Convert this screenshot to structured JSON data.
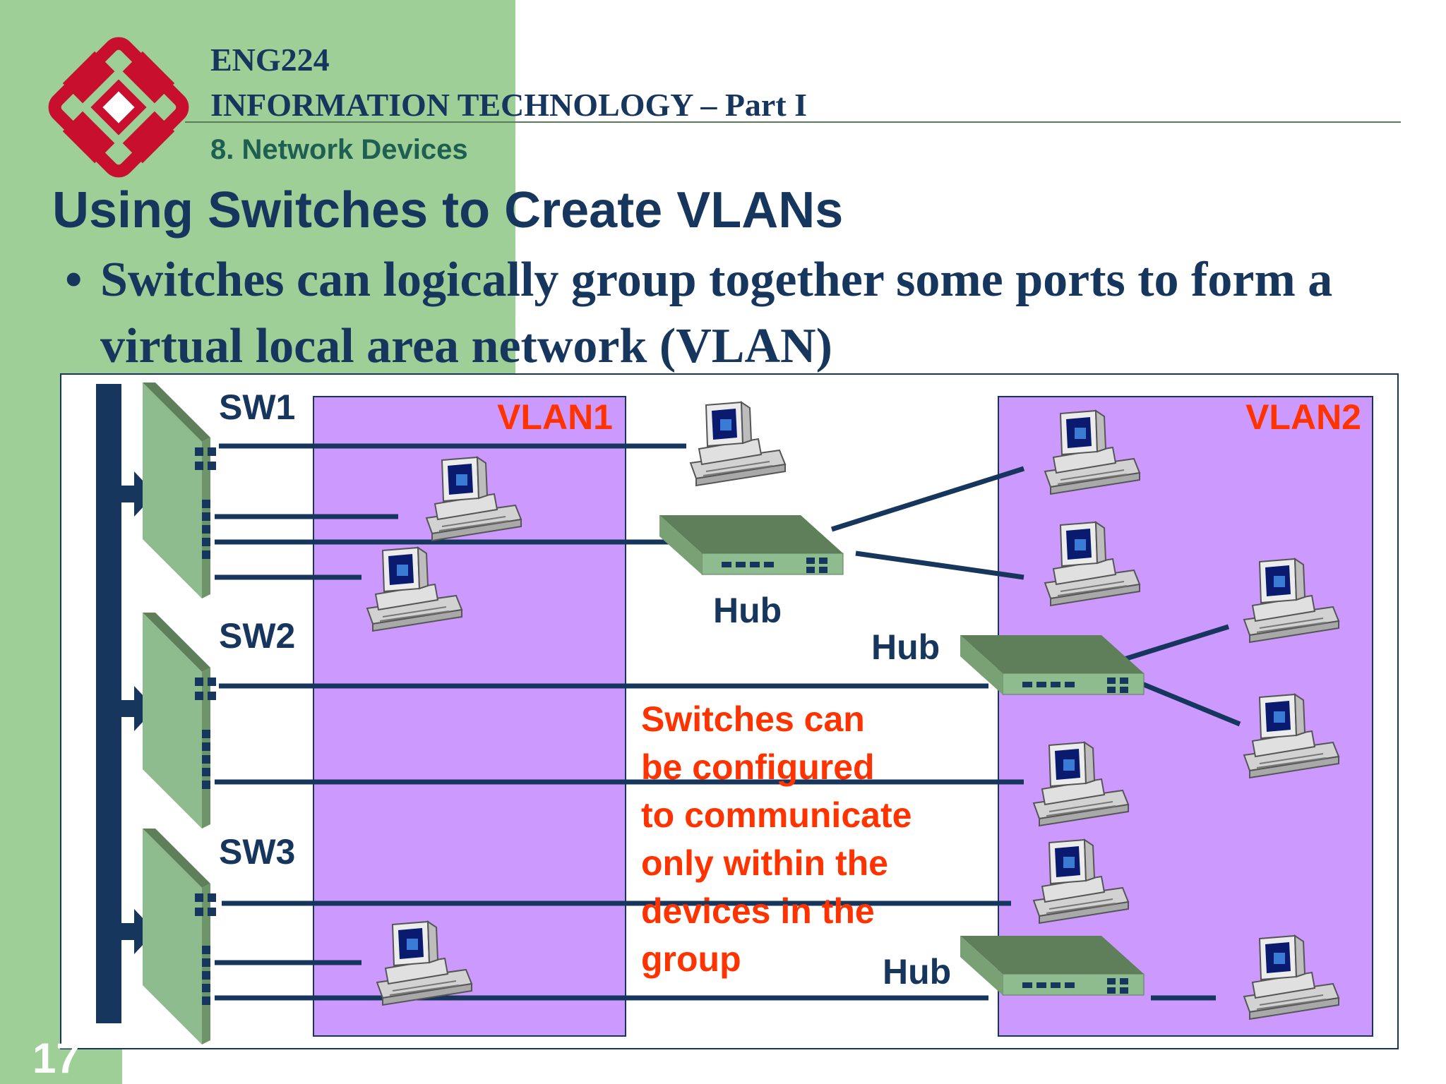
{
  "header": {
    "course_code": "ENG224",
    "course_title": "INFORMATION TECHNOLOGY – Part I",
    "section": "8. Network Devices"
  },
  "slide": {
    "title": "Using Switches to Create VLANs",
    "bullet": "Switches can logically group together some ports to form a virtual local area network (VLAN)",
    "slide_number": "17"
  },
  "diagram": {
    "switches": [
      {
        "label": "SW1"
      },
      {
        "label": "SW2"
      },
      {
        "label": "SW3"
      }
    ],
    "vlans": [
      {
        "label": "VLAN1"
      },
      {
        "label": "VLAN2"
      }
    ],
    "hubs": [
      {
        "label": "Hub"
      },
      {
        "label": "Hub"
      },
      {
        "label": "Hub"
      }
    ],
    "note_lines": [
      "Switches can",
      "be configured",
      "to communicate",
      "only within the",
      "devices in the",
      "group"
    ]
  },
  "colors": {
    "background_green": "#9dcf97",
    "navy": "#17365d",
    "vlan_fill": "#cc99ff",
    "label_red": "#ff3300",
    "device_green": "#8fbc8f"
  },
  "icons": [
    "university-logo",
    "switch-icon",
    "hub-icon",
    "computer-icon",
    "backbone-bus"
  ]
}
